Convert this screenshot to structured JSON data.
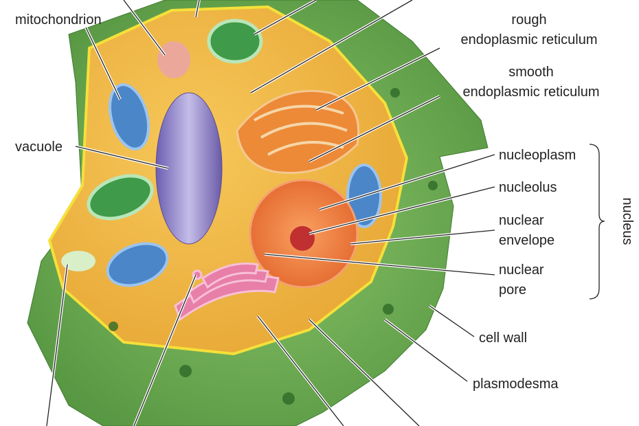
{
  "labels": {
    "mitochondrion": "mitochondrion",
    "rough_er": [
      "rough",
      "endoplasmic reticulum"
    ],
    "smooth_er": [
      "smooth",
      "endoplasmic reticulum"
    ],
    "vacuole": "vacuole",
    "nucleoplasm": "nucleoplasm",
    "nucleolus": "nucleolus",
    "nuclear_envelope": [
      "nuclear",
      "envelope"
    ],
    "nuclear_pore": [
      "nuclear",
      "pore"
    ],
    "nucleus": "nucleus",
    "cell_wall": "cell wall",
    "plasmodesma": "plasmodesma"
  },
  "colors": {
    "cell_wall": "#6aa84f",
    "cytoplasm": "#f0b840",
    "membrane": "#f5e03a",
    "vacuole": "#9a8fd0",
    "chloroplast": "#3f9a4a",
    "mitochondrion": "#4a86c8",
    "golgi": "#e77fa8",
    "nucleus": "#f07a3a",
    "nucleolus": "#c03030"
  }
}
